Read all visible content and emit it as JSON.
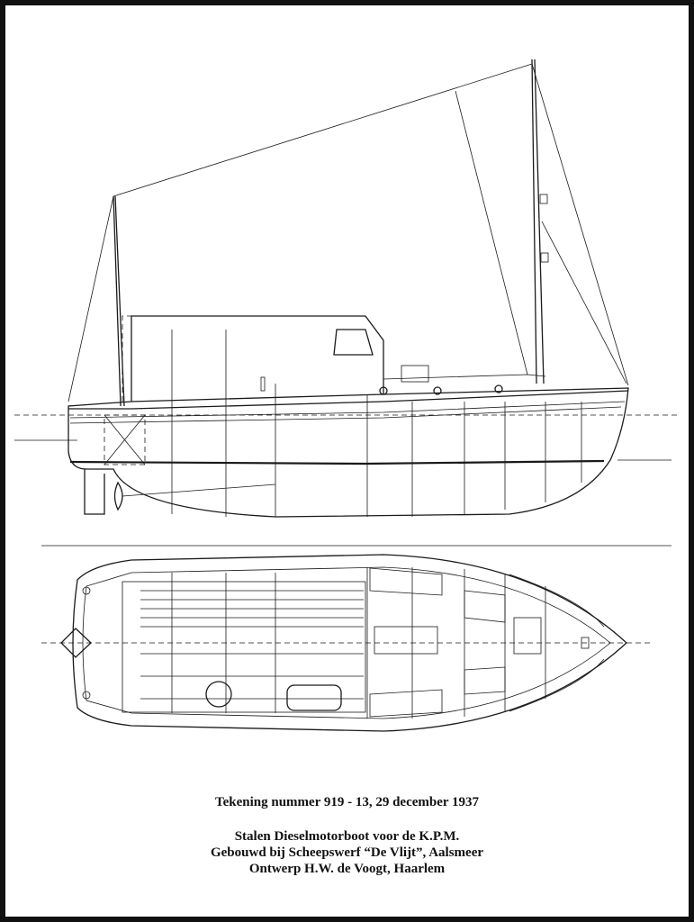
{
  "caption": {
    "line1": "Tekening nummer 919 - 13,  29 december 1937",
    "line2": "Stalen Dieselmotorboot voor de K.P.M.",
    "line3": "Gebouwd bij Scheepswerf “De Vlijt”, Aalsmeer",
    "line4": "Ontwerp H.W. de Voogt, Haarlem"
  },
  "colors": {
    "ink": "#1a1a1a",
    "border": "#111111",
    "paper": "#ffffff"
  }
}
